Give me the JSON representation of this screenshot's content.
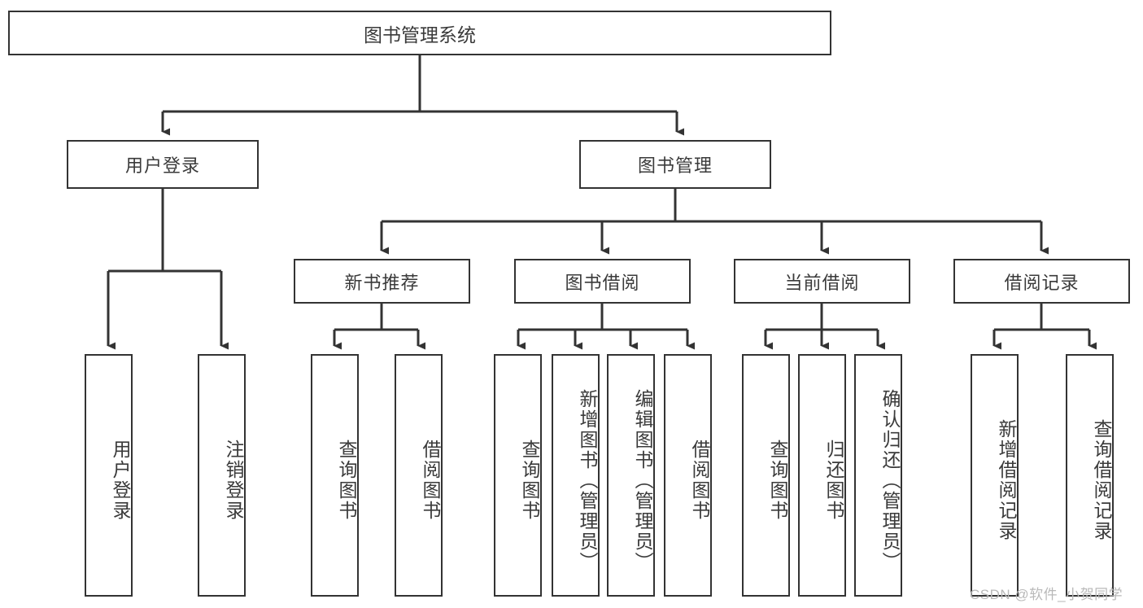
{
  "diagram": {
    "title": "图书管理系统",
    "type": "hierarchy-tree",
    "root": {
      "label": "图书管理系统"
    },
    "level2": [
      {
        "label": "用户登录"
      },
      {
        "label": "图书管理"
      }
    ],
    "level3": [
      {
        "label": "新书推荐",
        "parent": "图书管理"
      },
      {
        "label": "图书借阅",
        "parent": "图书管理"
      },
      {
        "label": "当前借阅",
        "parent": "图书管理"
      },
      {
        "label": "借阅记录",
        "parent": "图书管理"
      }
    ],
    "leaves": [
      {
        "label": "用户登录",
        "parent": "用户登录"
      },
      {
        "label": "注销登录",
        "parent": "用户登录"
      },
      {
        "label": "查询图书",
        "parent": "新书推荐"
      },
      {
        "label": "借阅图书",
        "parent": "新书推荐"
      },
      {
        "label": "查询图书",
        "parent": "图书借阅"
      },
      {
        "label": "新增图书（管理员）",
        "parent": "图书借阅"
      },
      {
        "label": "编辑图书（管理员）",
        "parent": "图书借阅"
      },
      {
        "label": "借阅图书",
        "parent": "图书借阅"
      },
      {
        "label": "查询图书",
        "parent": "当前借阅"
      },
      {
        "label": "归还图书",
        "parent": "当前借阅"
      },
      {
        "label": "确认归还（管理员）",
        "parent": "当前借阅"
      },
      {
        "label": "新增借阅记录",
        "parent": "借阅记录"
      },
      {
        "label": "查询借阅记录",
        "parent": "借阅记录"
      }
    ]
  },
  "watermark": {
    "text": "CSDN @软件_小贺同学"
  },
  "colors": {
    "stroke": "#333333",
    "text": "#3a3a3a",
    "background": "#ffffff",
    "watermark": "#b9b9b9"
  }
}
